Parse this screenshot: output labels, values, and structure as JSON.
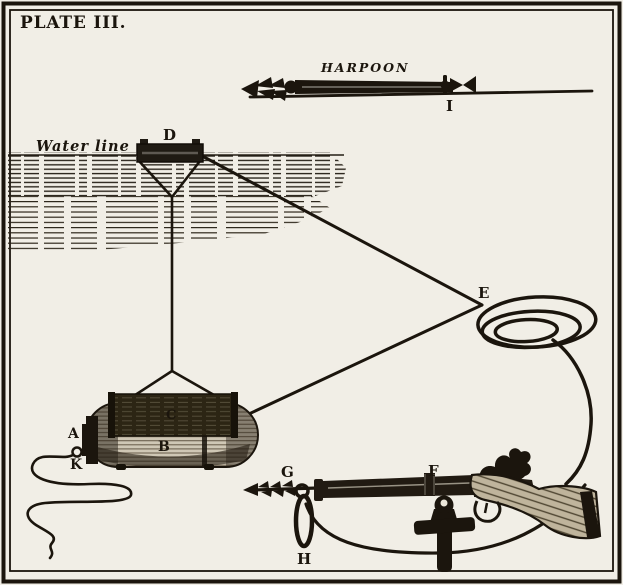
{
  "plate": {
    "title": "PLATE III."
  },
  "figure": {
    "harpoon": {
      "title": "HARPOON",
      "rod_label": "I"
    },
    "water": {
      "label": "Water line"
    },
    "buoy": {
      "label": "D"
    },
    "coil": {
      "label": "E"
    },
    "torpedo": {
      "cap_label": "A",
      "body_label": "B",
      "band_label": "C",
      "ring_label": "K"
    },
    "gun": {
      "label": "F",
      "tip_label": "G",
      "loop_label": "H"
    }
  },
  "colors": {
    "paper": "#f1eee6",
    "ink": "#1b150d",
    "band_dark": "#2c2514",
    "body_metal": "#cfc7b5",
    "wood": "#bfb49c"
  }
}
